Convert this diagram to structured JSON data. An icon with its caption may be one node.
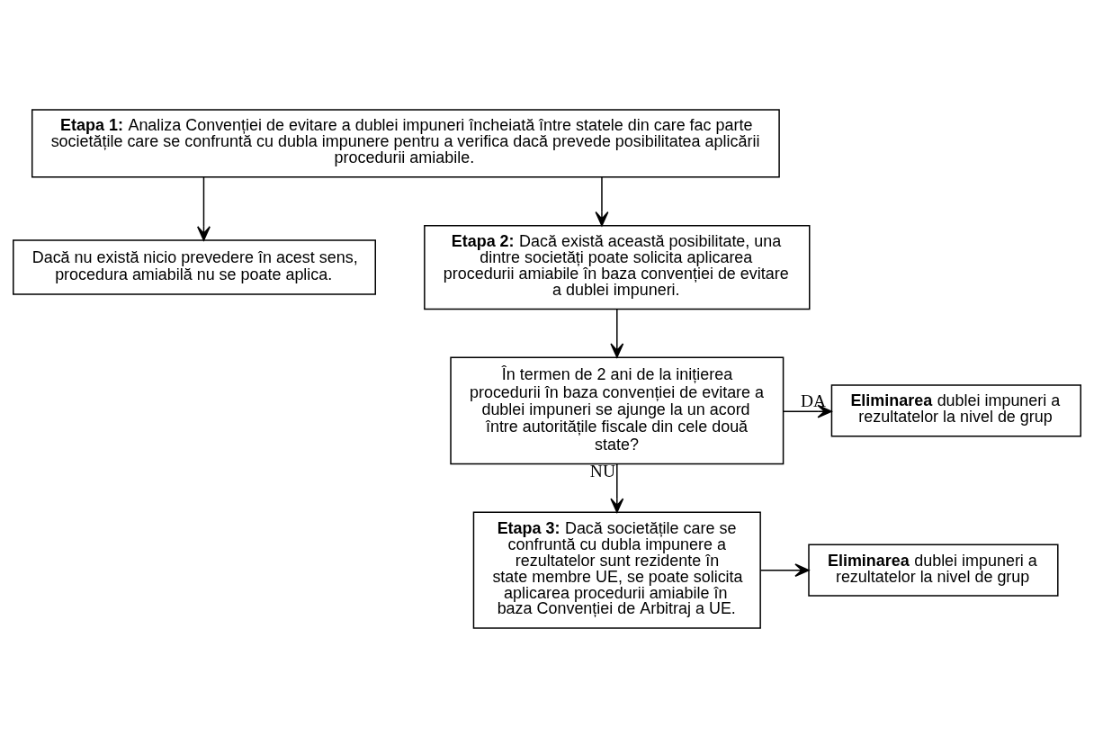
{
  "diagram": {
    "nodes": [
      {
        "text": [
          "**Etapa 1:** Analiza Convenției de evitare a dublei impuneri încheiată între statele din care fac parte societățile care se confruntă cu dubla impunere pentru a verifica dacă prevede posibilitatea aplicării procedurii amiabile."
        ]
      },
      {
        "text": [
          "Dacă nu există nicio prevedere în acest sens, procedura amiabilă nu se poate aplica."
        ]
      },
      {
        "text": [
          "**Etapa 2:** Dacă există această posibilitate, una dintre societăți poate solicita aplicarea procedurii amiabile în baza convenției de evitare a dublei impuneri."
        ]
      },
      {
        "text": [
          "În termen de 2 ani de la inițierea procedurii în baza convenției de evitare a dublei impuneri se ajunge la un acord între autoritățile fiscale din cele două state?"
        ]
      },
      {
        "text": [
          "**Eliminarea** dublei impuneri a rezultatelor la nivel de grup"
        ]
      },
      {
        "text": [
          "**Etapa 3:** Dacă societățile care se confruntă cu dubla impunere a rezultatelor sunt rezidente în state membre UE, se poate solicita aplicarea procedurii amiabile în baza Convenției de Arbitraj a UE."
        ]
      },
      {
        "text": [
          "**Eliminarea** dublei impuneri a rezultatelor la nivel de grup"
        ]
      }
    ],
    "edges": [
      {
        "from": 0,
        "to": 1,
        "arrow": "to"
      },
      {
        "from": 0,
        "to": 2,
        "arrow": "to"
      },
      {
        "from": 2,
        "to": 3,
        "arrow": "to"
      },
      {
        "from": 3,
        "to": 4,
        "arrow": "to",
        "label": "DA"
      },
      {
        "from": 3,
        "to": 5,
        "arrow": "to",
        "label": "NU"
      },
      {
        "from": 5,
        "to": 6,
        "arrow": "to"
      }
    ]
  }
}
